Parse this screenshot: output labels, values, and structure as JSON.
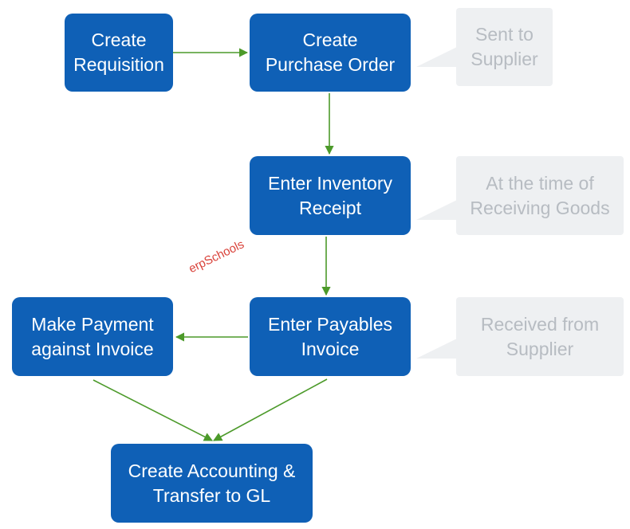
{
  "boxes": {
    "create_requisition": [
      "Create",
      "Requisition"
    ],
    "create_po": [
      "Create",
      "Purchase Order"
    ],
    "inventory_receipt": [
      "Enter Inventory",
      "Receipt"
    ],
    "payables_invoice": [
      "Enter Payables",
      "Invoice"
    ],
    "make_payment": [
      "Make Payment",
      "against Invoice"
    ],
    "accounting": [
      "Create Accounting &",
      "Transfer to GL"
    ]
  },
  "notes": {
    "sent": [
      "Sent to",
      "Supplier"
    ],
    "receiving": [
      "At the time of",
      "Receiving Goods"
    ],
    "received": [
      "Received from",
      "Supplier"
    ]
  },
  "watermark": "erpSchools",
  "colors": {
    "box": "#0f60b6",
    "box_text": "#ffffff",
    "note_bg": "#eef0f2",
    "note_text": "#b7bcc2",
    "arrow": "#4c9a2a",
    "watermark": "#d9423a"
  }
}
